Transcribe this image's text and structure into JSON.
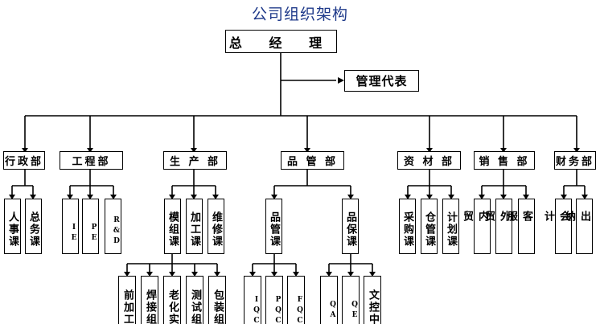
{
  "title": "公司组织架构",
  "ceo": "总 经 理",
  "rep": "管理代表",
  "departments": {
    "admin": "行政部",
    "eng": "工程部",
    "prod": "生 产 部",
    "qm": "品 管 部",
    "mat": "资 材 部",
    "sales": "销 售 部",
    "fin": "财务部"
  },
  "sections": {
    "hr": "人事课",
    "general": "总务课",
    "ie": "IE",
    "pe": "PE",
    "rd": "R&D",
    "mold": "模组课",
    "process": "加工课",
    "maint": "维修课",
    "qc": "品管课",
    "qa": "品保课",
    "purch": "采购课",
    "ware": "仓管课",
    "plan": "计划课",
    "domestic": "内贸",
    "foreign": "外贸",
    "cs": "客服",
    "acct": "会计",
    "cashier": "出纳"
  },
  "groups": {
    "prep": "前加工",
    "weld": "焊接组",
    "aging": "老化实",
    "test": "测试组",
    "pack": "包装组",
    "iqc": "IQC",
    "pqc": "PQC",
    "fqc": "FQC",
    "qa_g": "QA",
    "qe": "QE",
    "doc": "文控中"
  }
}
